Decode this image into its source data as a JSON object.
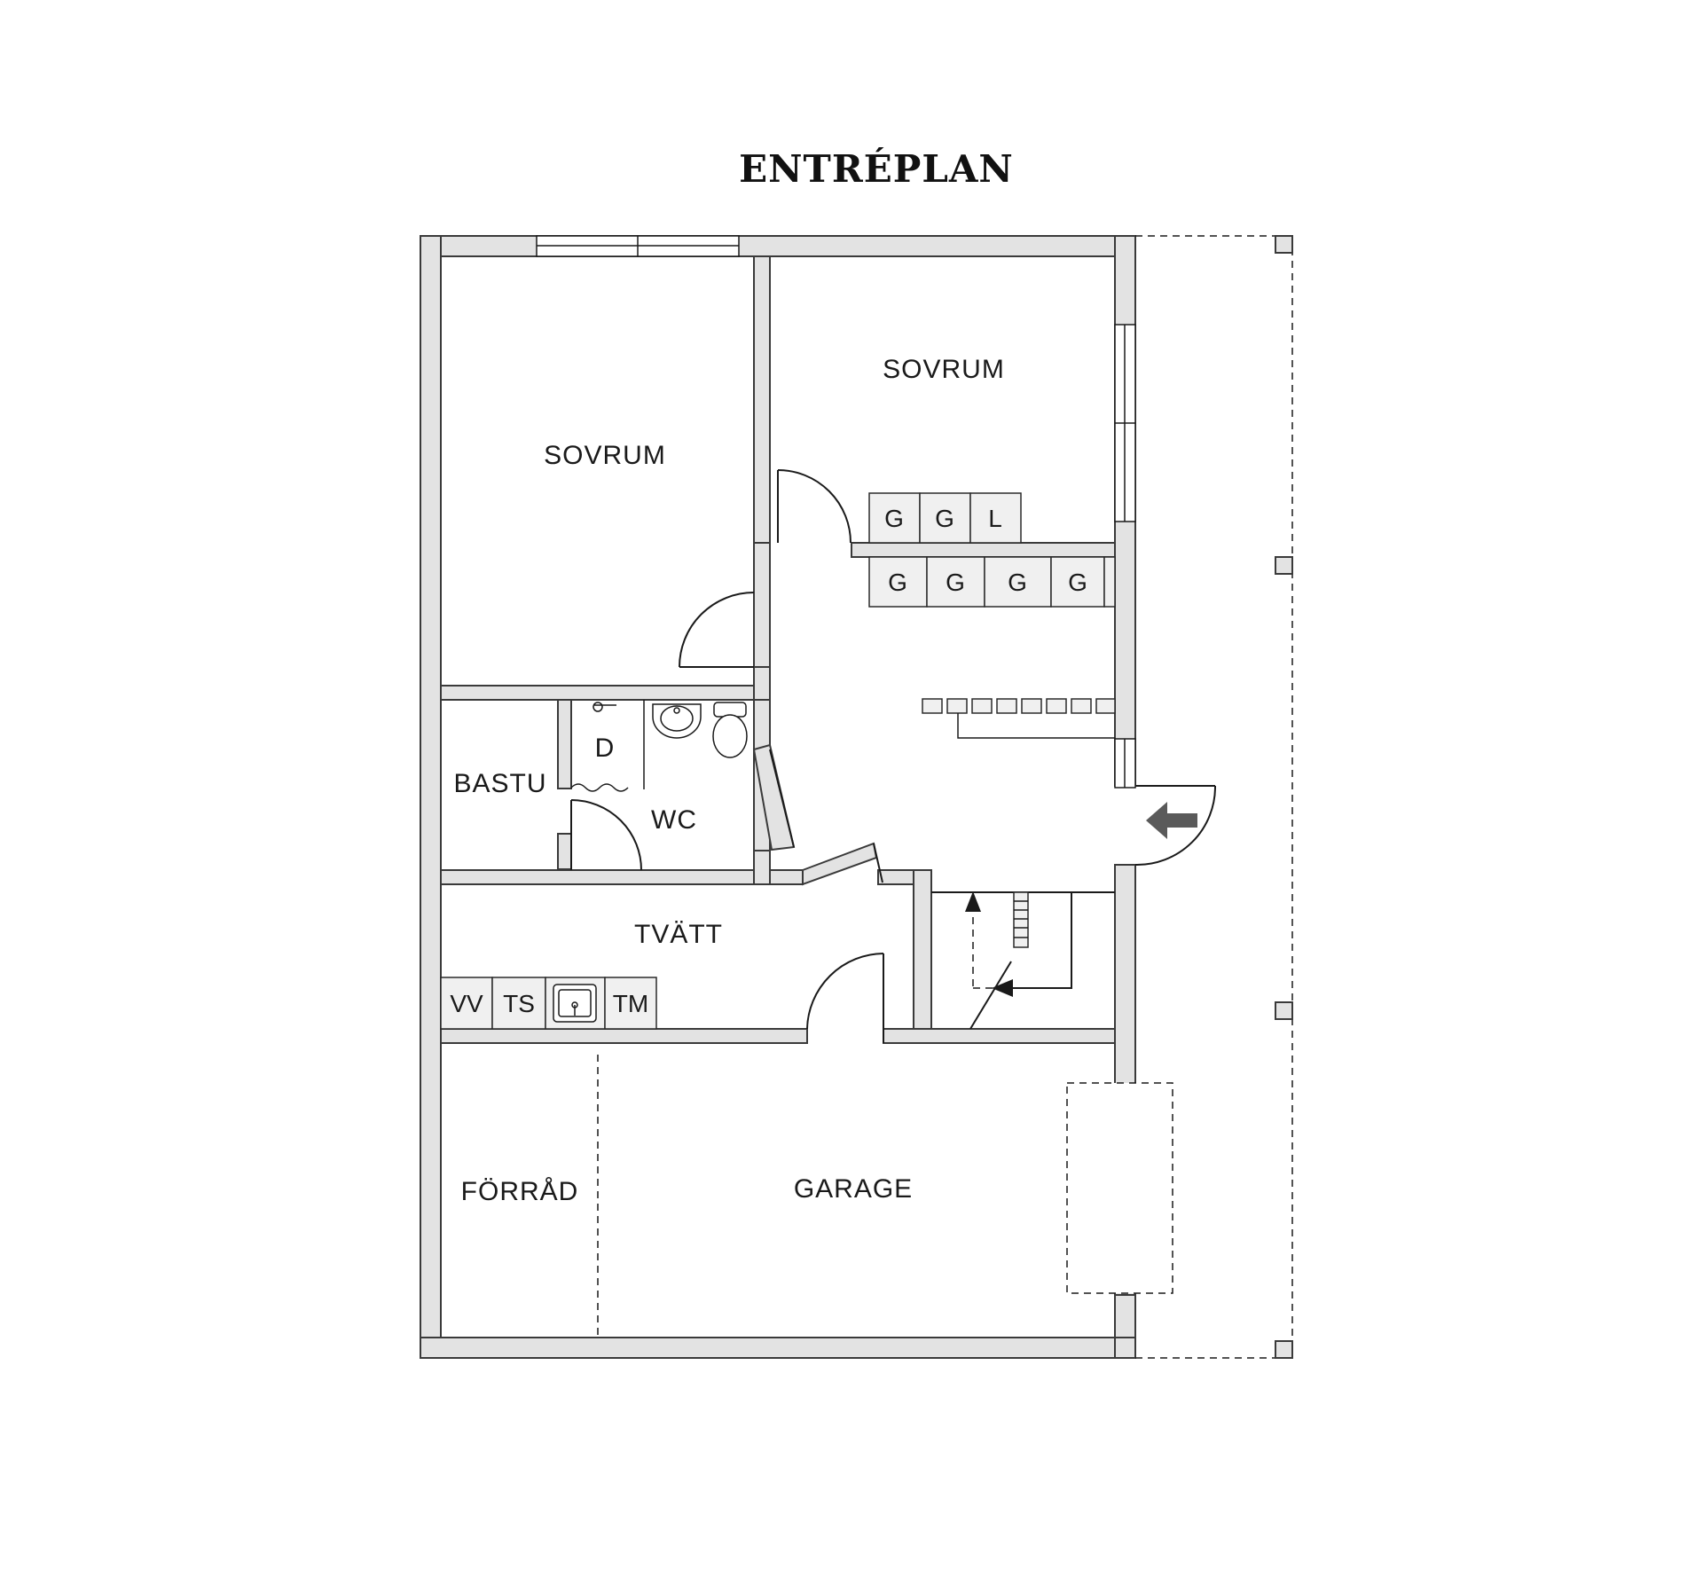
{
  "title": "ENTRÉPLAN",
  "rooms": {
    "sovrum_left": "SOVRUM",
    "sovrum_right": "SOVRUM",
    "bastu": "BASTU",
    "dusch": "D",
    "wc": "WC",
    "tvatt": "TVÄTT",
    "forrad": "FÖRRÅD",
    "garage": "GARAGE"
  },
  "cabinets": {
    "upper": [
      "G",
      "G",
      "L"
    ],
    "lower": [
      "G",
      "G",
      "G",
      "G"
    ],
    "laundry": [
      "VV",
      "TS",
      "TM"
    ]
  },
  "colors": {
    "wall_fill": "#e3e3e3",
    "line": "#1a1a1a",
    "entrance_arrow": "#5a5a5a"
  },
  "icons": {
    "entrance": "entrance-arrow-icon",
    "stairs_up": "arrow-up-icon",
    "stairs_turn": "arrow-left-icon"
  }
}
